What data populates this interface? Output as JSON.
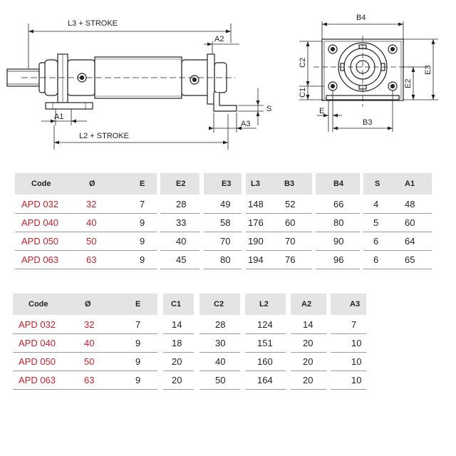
{
  "drawing": {
    "side_labels": {
      "l3": "L3 + STROKE",
      "a2": "A2",
      "s": "S",
      "a3": "A3",
      "a1": "A1",
      "l2": "L2 + STROKE"
    },
    "front_labels": {
      "b4": "B4",
      "c2": "C2",
      "c1": "C1",
      "e2": "E2",
      "e3": "E3",
      "e": "E",
      "b3": "B3"
    }
  },
  "table1": {
    "headers": [
      "Code",
      "Ø",
      "E",
      "E2",
      "E3",
      "L3",
      "B3",
      "B4",
      "S",
      "A1"
    ],
    "rows": [
      [
        "APD 032",
        "32",
        "7",
        "28",
        "49",
        "148",
        "52",
        "66",
        "4",
        "48"
      ],
      [
        "APD 040",
        "40",
        "9",
        "33",
        "58",
        "176",
        "60",
        "80",
        "5",
        "60"
      ],
      [
        "APD 050",
        "50",
        "9",
        "40",
        "70",
        "190",
        "70",
        "90",
        "6",
        "64"
      ],
      [
        "APD 063",
        "63",
        "9",
        "45",
        "80",
        "194",
        "76",
        "96",
        "6",
        "65"
      ]
    ]
  },
  "table2": {
    "headers": [
      "Code",
      "Ø",
      "E",
      "C1",
      "C2",
      "L2",
      "A2",
      "A3"
    ],
    "rows": [
      [
        "APD 032",
        "32",
        "7",
        "14",
        "28",
        "124",
        "14",
        "7"
      ],
      [
        "APD 040",
        "40",
        "9",
        "18",
        "30",
        "151",
        "20",
        "10"
      ],
      [
        "APD 050",
        "50",
        "9",
        "20",
        "40",
        "160",
        "20",
        "10"
      ],
      [
        "APD 063",
        "63",
        "9",
        "20",
        "50",
        "164",
        "20",
        "10"
      ]
    ]
  },
  "colors": {
    "header_bg": "#e4e4e4",
    "code_red": "#c8202a",
    "line": "#222222"
  }
}
